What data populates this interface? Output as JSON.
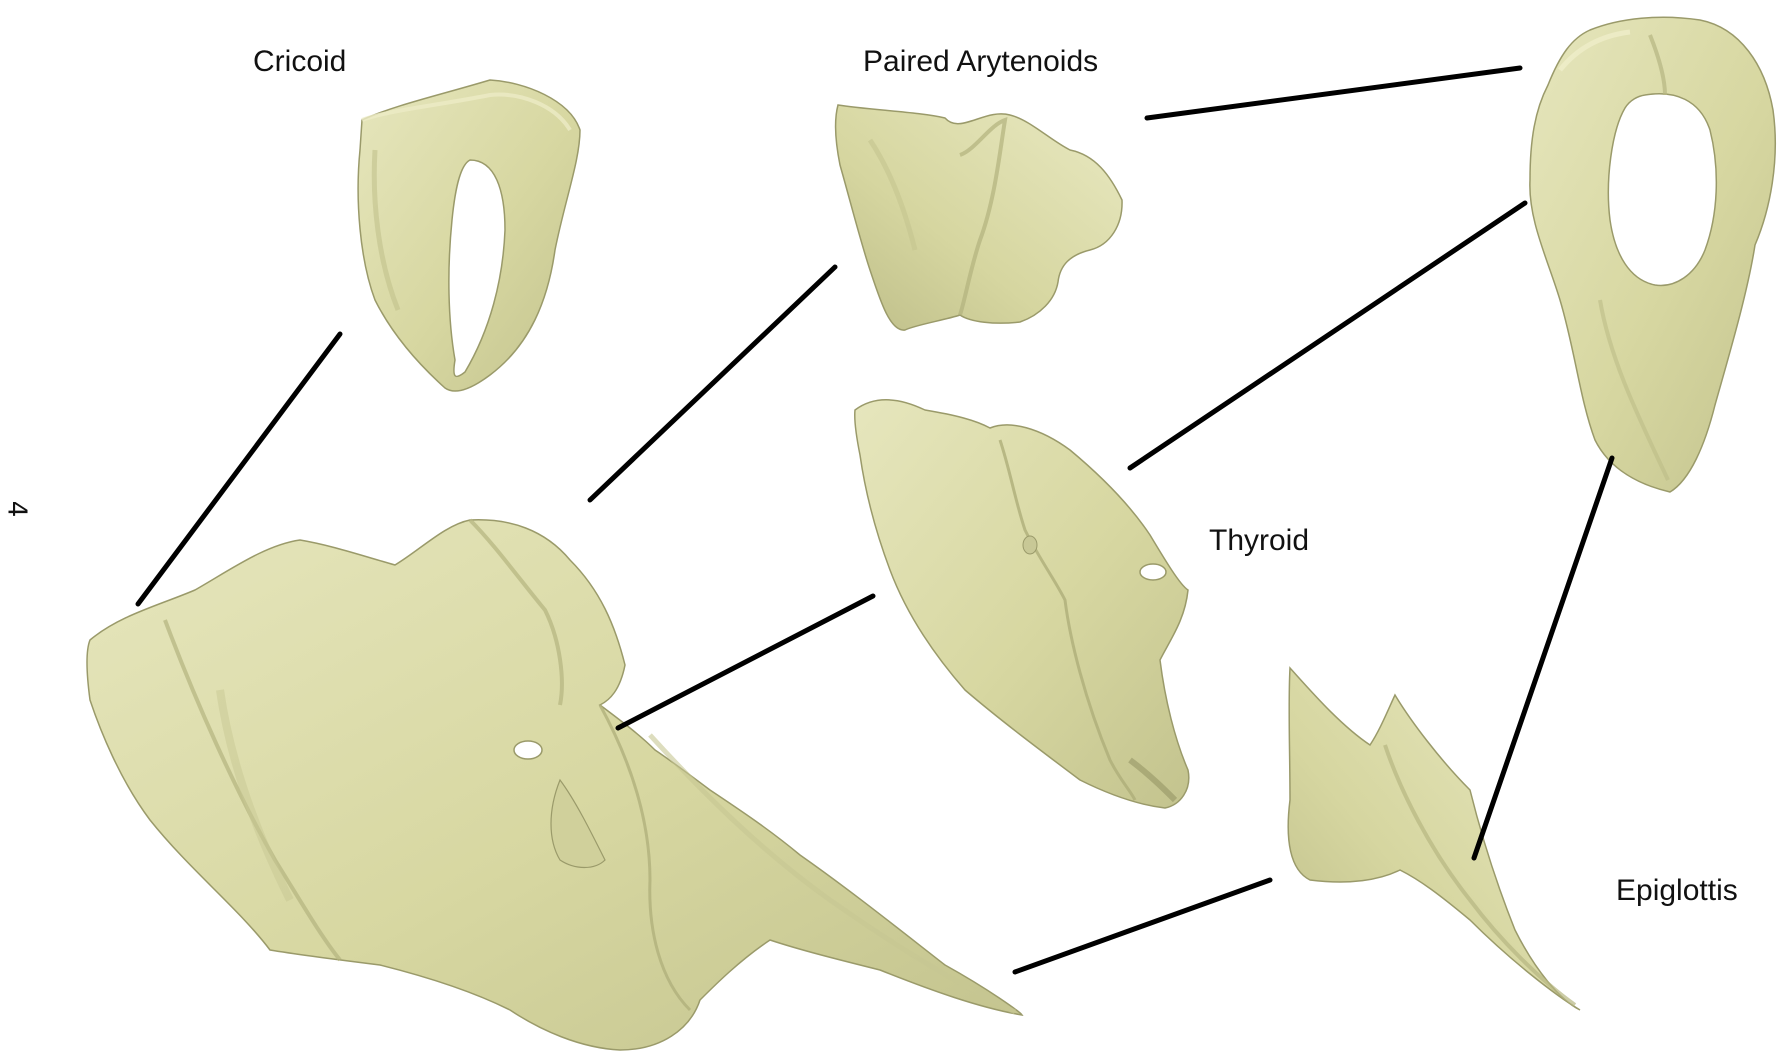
{
  "page": {
    "page_number": "4"
  },
  "labels": {
    "cricoid": "Cricoid",
    "arytenoids": "Paired Arytenoids",
    "thyroid": "Thyroid",
    "epiglottis": "Epiglottis"
  },
  "colors": {
    "cartilage_fill": "#d8d8a3",
    "cartilage_shade": "#b9b985",
    "cartilage_highlight": "#ebebc4",
    "outline": "#8e8e60",
    "connector": "#000000"
  }
}
